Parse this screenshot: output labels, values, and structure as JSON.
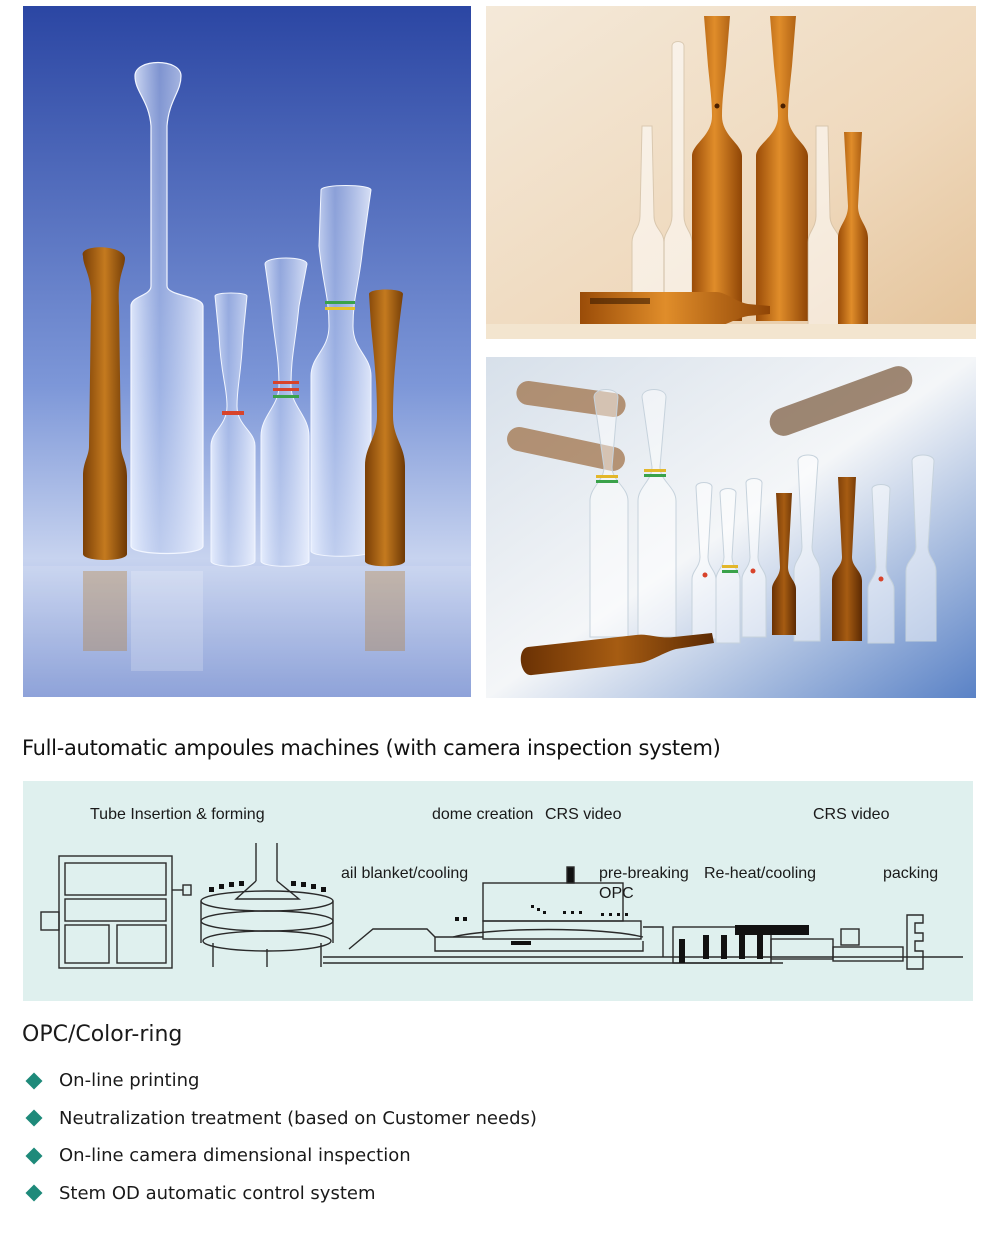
{
  "machine_section": {
    "title": "Full-automatic ampoules machines (with camera inspection system)",
    "stages": {
      "tube_insertion": "Tube Insertion & forming",
      "dome_creation": "dome creation",
      "crs_video_1": "CRS video",
      "crs_video_2": "CRS video",
      "air_blanket": "ail blanket/cooling",
      "pre_breaking": "pre-breaking",
      "opc": "OPC",
      "reheat_cooling": "Re-heat/cooling",
      "packing": "packing"
    }
  },
  "features": {
    "title": "OPC/Color-ring",
    "items": [
      "On-line printing",
      "Neutralization treatment (based on Customer needs)",
      "On-line camera dimensional inspection",
      "Stem OD automatic control system"
    ]
  },
  "colors": {
    "panel_bg": "#dff0ee",
    "bullet": "#1e8a7a",
    "amber_glass": "#b5650f",
    "photo_blue": "#2f4fa8"
  }
}
